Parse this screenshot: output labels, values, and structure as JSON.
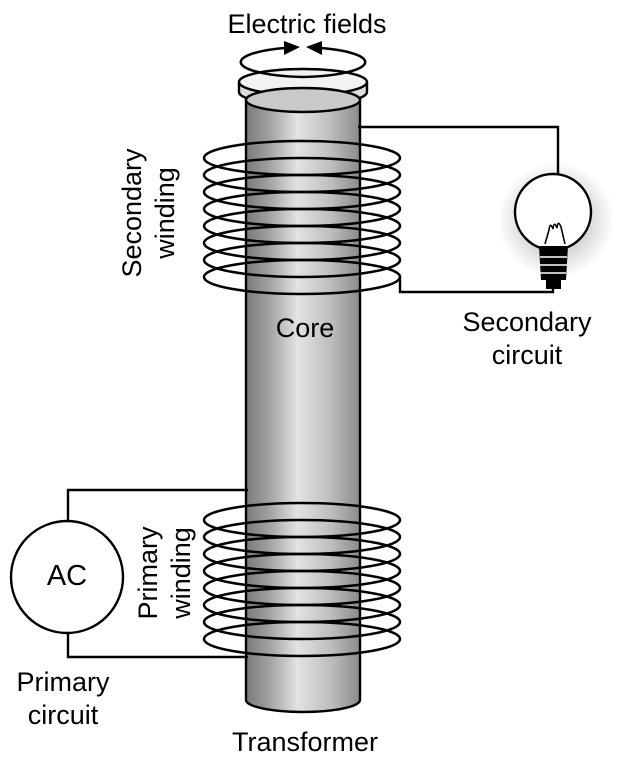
{
  "diagram": {
    "labels": {
      "electric_fields": "Electric fields",
      "secondary_winding": [
        "Secondary",
        "winding"
      ],
      "core": "Core",
      "secondary_circuit": [
        "Secondary",
        "circuit"
      ],
      "primary_winding": [
        "Primary",
        "winding"
      ],
      "ac_source": "AC",
      "primary_circuit": [
        "Primary",
        "circuit"
      ],
      "transformer": "Transformer"
    },
    "winding_turns": {
      "secondary": 8,
      "primary": 8
    },
    "colors": {
      "line": "#000000",
      "core_dark": "#7a7a7a",
      "core_mid": "#e2e2e2",
      "core_edge": "#8a8a8a",
      "cap_top": "#f2f2f2",
      "background": "#ffffff"
    }
  }
}
